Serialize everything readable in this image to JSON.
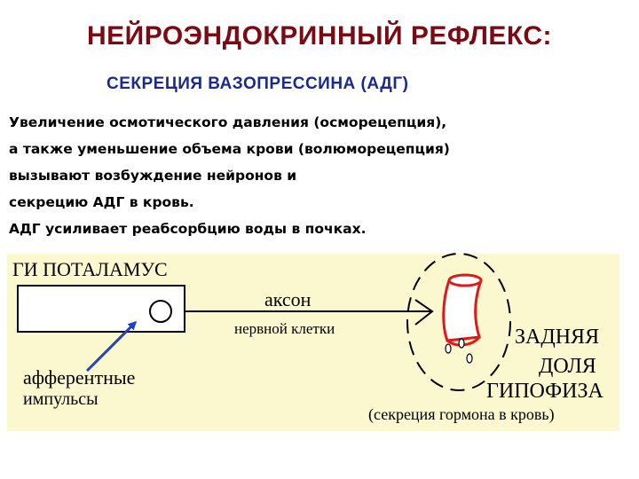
{
  "title": "НЕЙРОЭНДОКРИННЫЙ РЕФЛЕКС:",
  "subtitle": "СЕКРЕЦИЯ ВАЗОПРЕССИНА (АДГ)",
  "description_lines": [
    "Увеличение осмотического давления (осморецепция),",
    "а также уменьшение объема крови (волюморецепция)",
    "вызывают возбуждение нейронов и",
    "секрецию АДГ в кровь.",
    "АДГ усиливает реабсорбцию воды в почках."
  ],
  "diagram": {
    "hypothalamus_label": "ГИ ПОТАЛАМУС",
    "axon_label": "аксон",
    "nerve_cell_label": "нервной клетки",
    "afferent_label_line1": "афферентные",
    "afferent_label_line2": "импульсы",
    "lobe_label_line1": "ЗАДНЯЯ",
    "lobe_label_line2": "ДОЛЯ",
    "pituitary_label": "ГИПОФИЗА",
    "secretion_label": "(секреция гормона в кровь)"
  },
  "colors": {
    "title": "#7a0a14",
    "subtitle": "#1b2a8c",
    "panel_background": "#fbf8cf",
    "arrow": "#1f3fd0",
    "vessel": "#e01818"
  }
}
